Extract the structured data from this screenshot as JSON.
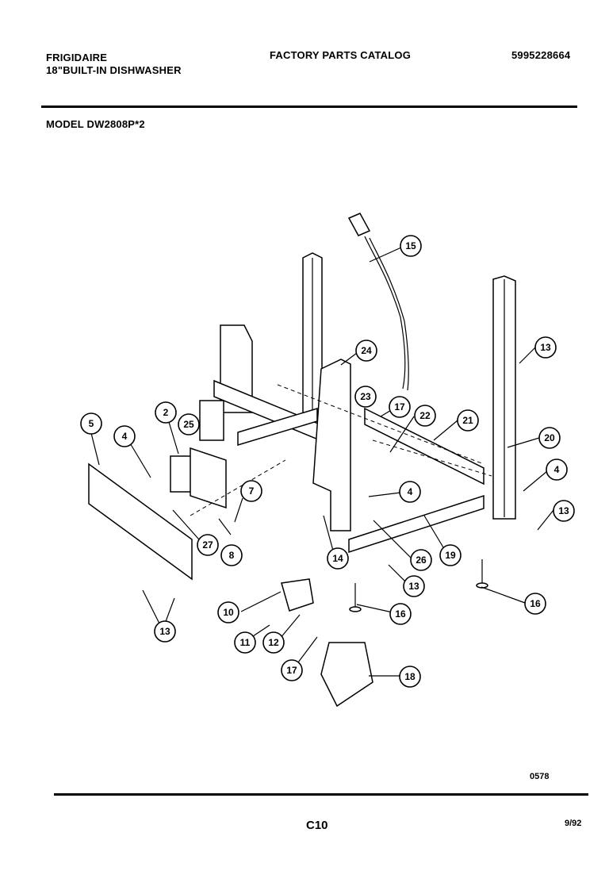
{
  "header": {
    "brand": "FRIGIDAIRE",
    "product": "18\"BUILT-IN DISHWASHER",
    "catalog_title": "FACTORY PARTS CATALOG",
    "catalog_number": "5995228664",
    "model": "MODEL DW2808P*2"
  },
  "footer": {
    "drawing_code": "0578",
    "page": "C10",
    "date": "9/92"
  },
  "callouts": [
    "15",
    "13",
    "24",
    "23",
    "17",
    "22",
    "21",
    "20",
    "5",
    "4",
    "2",
    "25",
    "7",
    "4",
    "4",
    "13",
    "27",
    "8",
    "14",
    "26",
    "19",
    "13",
    "13",
    "10",
    "11",
    "12",
    "16",
    "16",
    "17",
    "18"
  ]
}
